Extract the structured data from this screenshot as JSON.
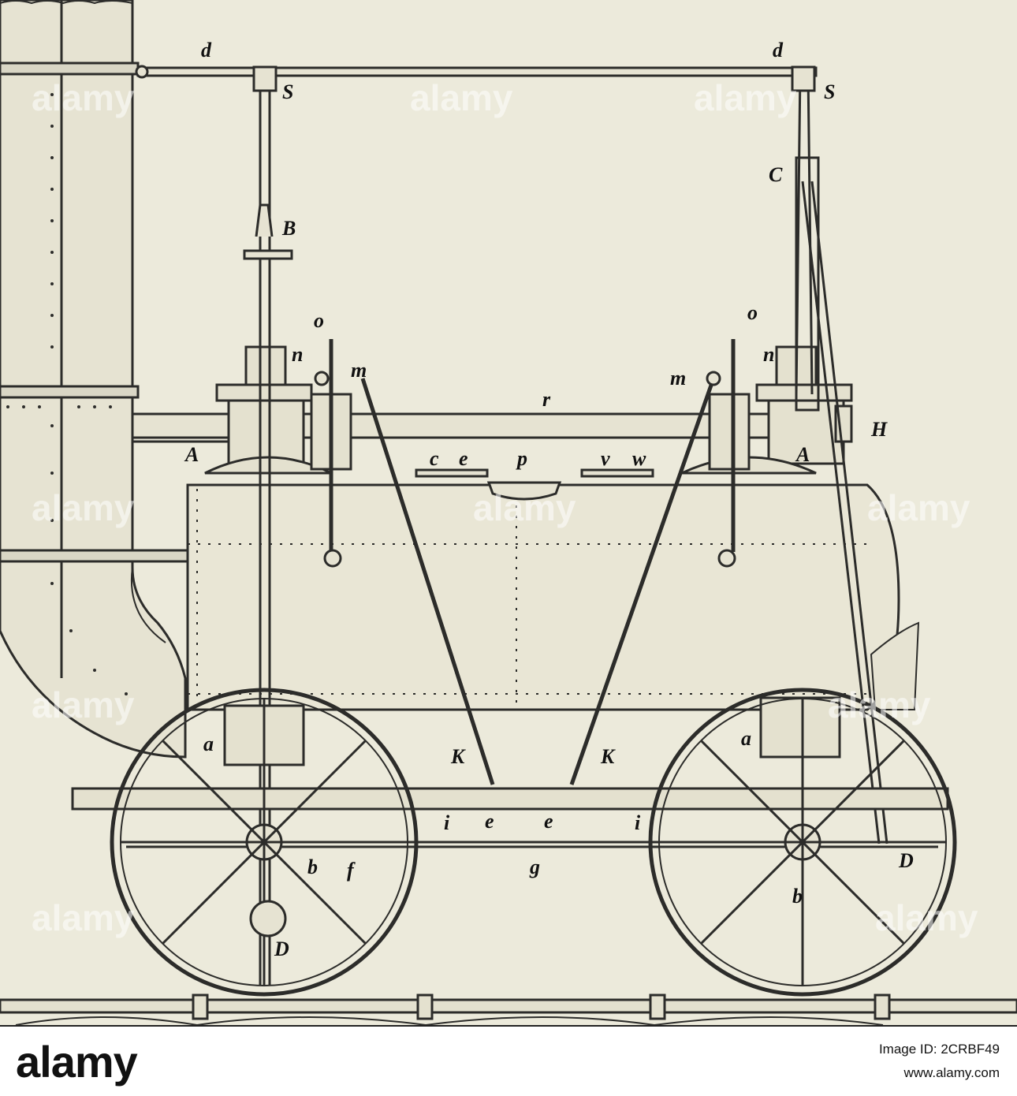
{
  "labels": {
    "d1": "d",
    "d2": "d",
    "s1": "S",
    "s2": "S",
    "b_upper": "B",
    "c_upper": "C",
    "o1": "o",
    "o2": "o",
    "n1": "n",
    "n2": "n",
    "m1": "m",
    "m2": "m",
    "r": "r",
    "h": "H",
    "a1": "A",
    "a2": "A",
    "c": "c",
    "e_top": "e",
    "p": "p",
    "v": "v",
    "w": "w",
    "a_small1": "a",
    "a_small2": "a",
    "k1": "K",
    "k2": "K",
    "i1": "i",
    "i2": "i",
    "e1": "e",
    "e2": "e",
    "b1": "b",
    "b2": "b",
    "f": "f",
    "g": "g",
    "d_upper1": "D",
    "d_upper2": "D"
  },
  "watermark": {
    "text": "alamy"
  },
  "footer": {
    "brand": "alamy",
    "image_id": "Image ID: 2CRBF49",
    "url": "www.alamy.com"
  },
  "colors": {
    "paper": "#eceadb",
    "ink": "#2c2c2a",
    "shade": "#d9d6c5"
  }
}
